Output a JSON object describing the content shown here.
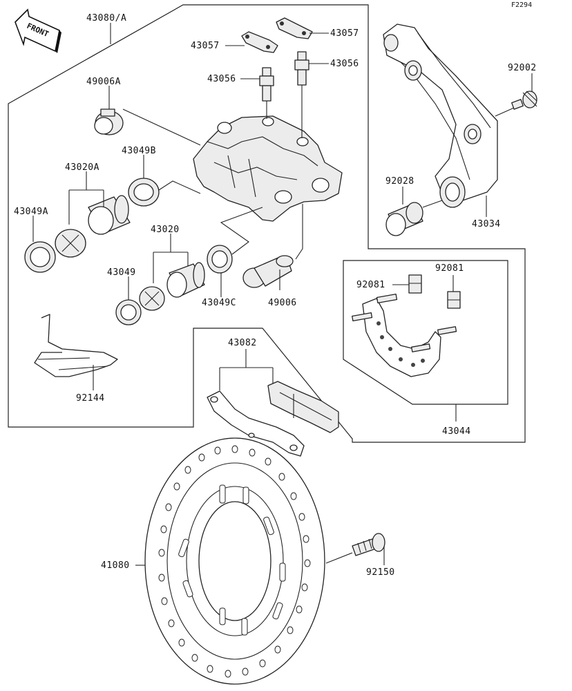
{
  "figure_code": "F2294",
  "front_label": "FRONT",
  "labels": {
    "caliper_assy": "43080/A",
    "bleeder_cap": "43057",
    "bleeder_cap_2": "43057",
    "bleeder_valve": "43056",
    "bleeder_valve_2": "43056",
    "boot_a": "49006A",
    "seal_b": "43049B",
    "piston_a": "43020A",
    "seal_a": "43049A",
    "piston": "43020",
    "seal": "43049",
    "seal_c": "43049C",
    "pin_boot": "49006",
    "pad_spring": "92144",
    "pad_set": "43082",
    "bracket": "43034",
    "bolt_bracket": "92002",
    "collar": "92028",
    "clip": "92081",
    "clip_2": "92081",
    "holder": "43044",
    "disc": "41080",
    "disc_bolt": "92150"
  }
}
